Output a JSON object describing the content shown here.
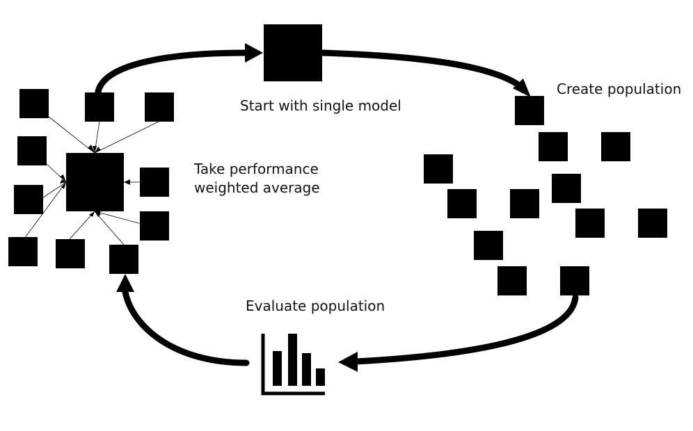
{
  "steps": {
    "start": "Start with single model",
    "create": "Create population",
    "evaluate": "Evaluate population",
    "average_line1": "Take performance",
    "average_line2": "weighted average"
  },
  "icons": {
    "model_block": "square-model-icon",
    "evaluation": "bar-chart-icon",
    "cycle_arrow": "arrow-icon"
  },
  "colors": {
    "ink": "#000000",
    "background": "#ffffff",
    "text": "#111111"
  }
}
